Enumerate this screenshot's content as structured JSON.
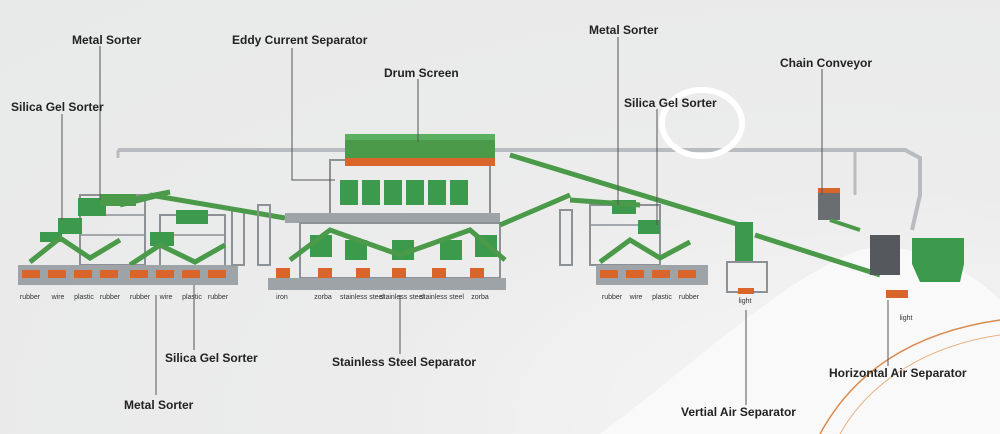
{
  "callouts": {
    "metal_sorter_top_left": "Metal Sorter",
    "silica_gel_sorter_top_left": "Silica Gel Sorter",
    "eddy_current_separator": "Eddy Current Separator",
    "drum_screen": "Drum Screen",
    "metal_sorter_top_right": "Metal Sorter",
    "silica_gel_sorter_top_right": "Silica Gel Sorter",
    "chain_conveyor": "Chain Conveyor",
    "silica_gel_sorter_bottom": "Silica Gel Sorter",
    "stainless_steel_separator": "Stainless Steel Separator",
    "metal_sorter_bottom": "Metal Sorter",
    "horizontal_air_separator": "Horizontal Air Separator",
    "vertical_air_separator": "Vertial Air Separator"
  },
  "outputs": {
    "line1": [
      "rubber",
      "wire",
      "plastic",
      "rubber"
    ],
    "line2": [
      "rubber",
      "wire",
      "plastic",
      "rubber"
    ],
    "center": [
      "iron",
      "zorba",
      "stainless steel",
      "stainless steel",
      "stainless steel",
      "zorba"
    ],
    "line3": [
      "rubber",
      "wire",
      "plastic",
      "rubber"
    ],
    "vertical_air": "light",
    "horizontal_air": "light"
  },
  "colors": {
    "machine_green": "#3c9a4c",
    "conveyor_green": "#4a9a4a",
    "frame_grey": "#8c9196",
    "accent_orange": "#d9652a",
    "ring_white": "#ffffff"
  }
}
